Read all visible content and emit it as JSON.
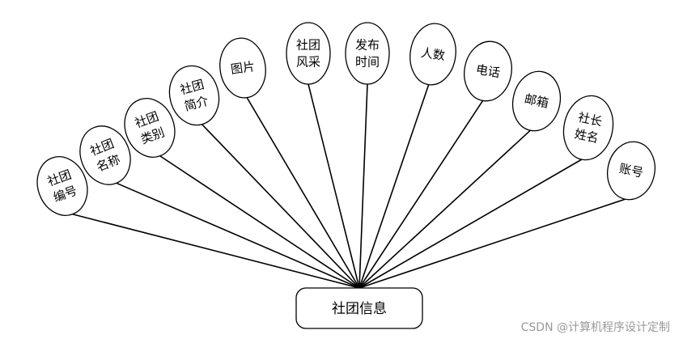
{
  "entity": {
    "label": "社团信息"
  },
  "attributes": [
    {
      "lines": [
        "社团",
        "编号"
      ]
    },
    {
      "lines": [
        "社团",
        "名称"
      ]
    },
    {
      "lines": [
        "社团",
        "类别"
      ]
    },
    {
      "lines": [
        "社团",
        "简介"
      ]
    },
    {
      "lines": [
        "图片"
      ]
    },
    {
      "lines": [
        "社团",
        "风采"
      ]
    },
    {
      "lines": [
        "发布",
        "时间"
      ]
    },
    {
      "lines": [
        "人数"
      ]
    },
    {
      "lines": [
        "电话"
      ]
    },
    {
      "lines": [
        "邮箱"
      ]
    },
    {
      "lines": [
        "社长",
        "姓名"
      ]
    },
    {
      "lines": [
        "账号"
      ]
    }
  ],
  "watermark": "CSDN @计算机程序设计定制"
}
